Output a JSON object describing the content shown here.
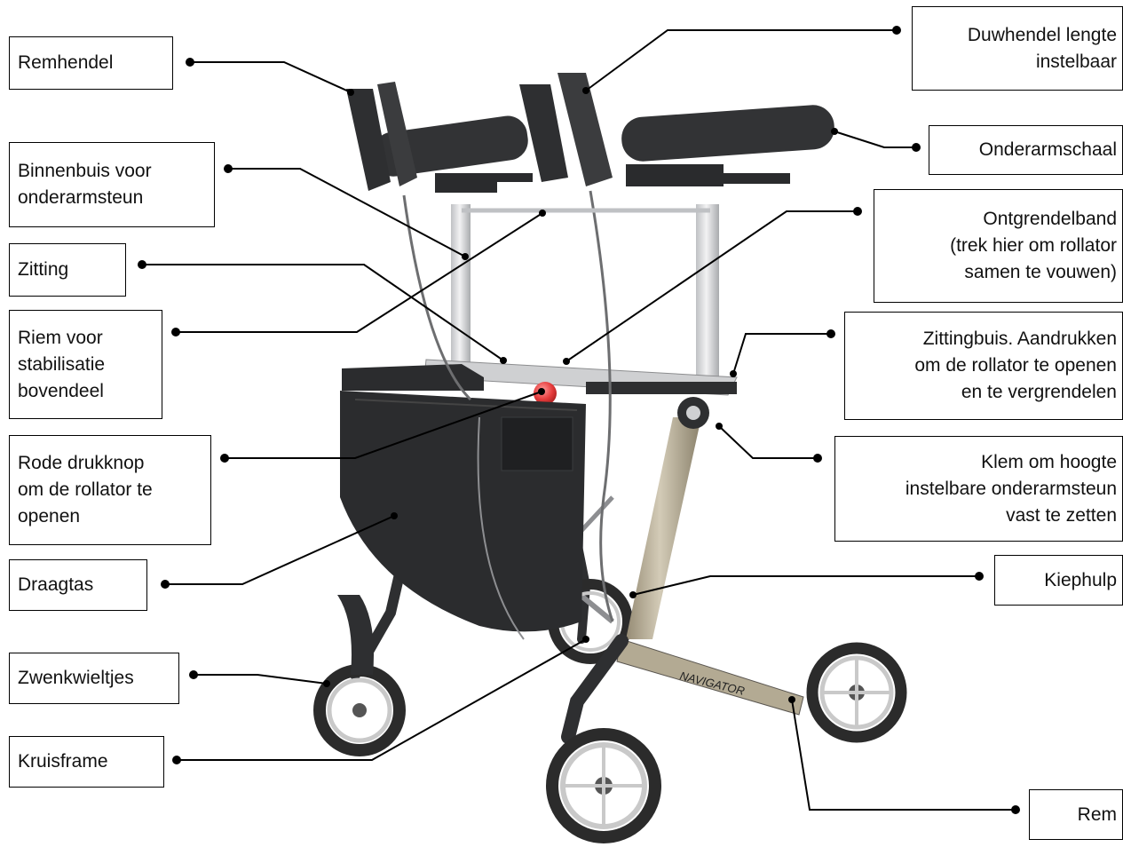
{
  "labels": {
    "remhendel": [
      "Remhendel"
    ],
    "binnenbuis": [
      "Binnenbuis voor",
      "onderarmsteun"
    ],
    "zitting": [
      "Zitting"
    ],
    "riem": [
      "Riem voor",
      "stabilisatie",
      "bovendeel"
    ],
    "drukknop": [
      "Rode drukknop",
      "om de rollator te",
      "openen"
    ],
    "draagtas": [
      "Draagtas"
    ],
    "zwenkwieltjes": [
      "Zwenkwieltjes"
    ],
    "kruisframe": [
      "Kruisframe"
    ],
    "duwhendel": [
      "Duwhendel lengte",
      "instelbaar"
    ],
    "onderarmschaal": [
      "Onderarmschaal"
    ],
    "ontgrendelband": [
      "Ontgrendelband",
      "(trek hier om rollator",
      "samen te  vouwen)"
    ],
    "zittingbuis": [
      "Zittingbuis. Aandrukken",
      "om de rollator te openen",
      "en te vergrendelen"
    ],
    "klem": [
      "Klem om hoogte",
      "instelbare onderarmsteun",
      "vast te zetten"
    ],
    "kiephulp": [
      "Kiephulp"
    ],
    "rem": [
      "Rem"
    ]
  },
  "product_logo_text": "NAVIGATOR",
  "colors": {
    "frame_dark": "#2e2f31",
    "frame_champagne": "#b8ae98",
    "frame_silver": "#d6d7d9",
    "push_button_red": "#e53b3b",
    "bag": "#2b2c2e",
    "wheel_rim": "#c9c9c9"
  }
}
